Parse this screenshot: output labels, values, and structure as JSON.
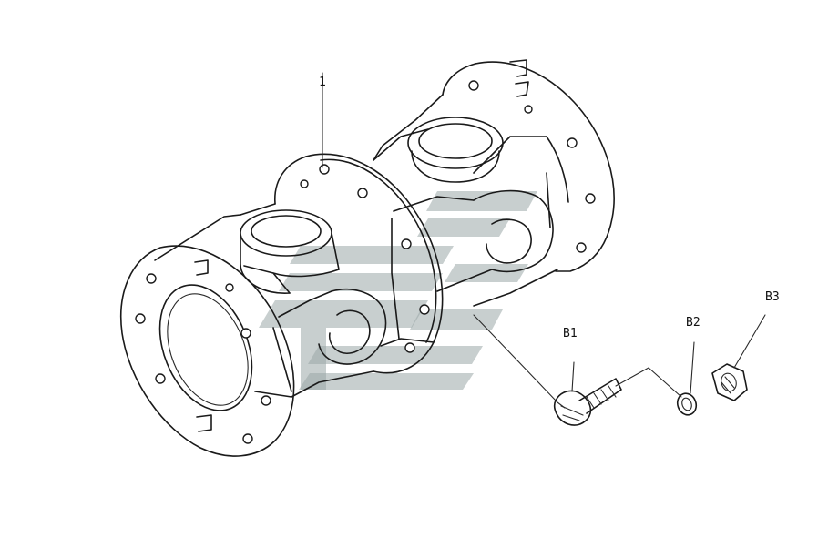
{
  "callouts": {
    "part_1": "1",
    "part_b1": "B1",
    "part_b2": "B2",
    "part_b3": "B3"
  },
  "colors": {
    "ink": "#1a1a1a",
    "watermark": "#9aa7a7",
    "background": "#ffffff"
  },
  "watermark": {
    "icon": "stylized-logo-watermark"
  }
}
